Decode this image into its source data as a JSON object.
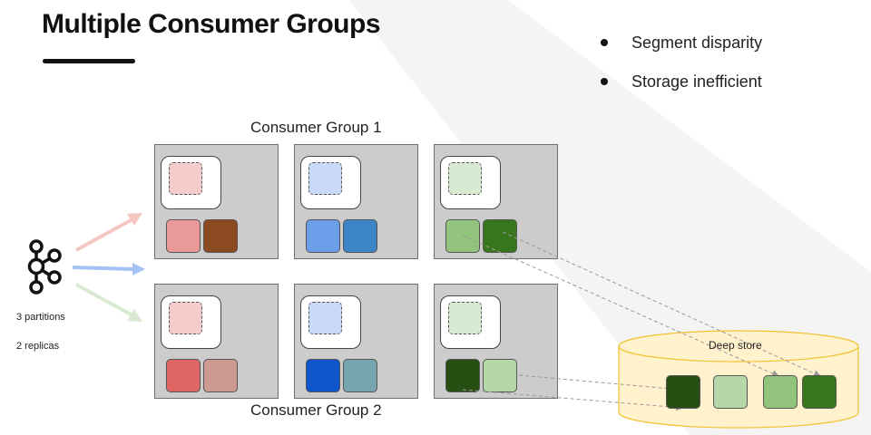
{
  "title": "Multiple Consumer Groups",
  "bullets": [
    "Segment disparity",
    "Storage inefficient"
  ],
  "kafka": {
    "icon": "kafka-logo-icon",
    "partitions_label": "3 partitions",
    "replicas_label": "2 replicas",
    "arrow_colors": [
      "#f4c7c3",
      "#a4c2f4",
      "#d9ead3"
    ]
  },
  "groups": [
    {
      "label": "Consumer Group 1",
      "brokers": [
        {
          "segment_color": "#f4cccc",
          "partitions": [
            "#ea9999",
            "#8b4a1f"
          ]
        },
        {
          "segment_color": "#c9daf8",
          "partitions": [
            "#6d9eeb",
            "#3d85c6"
          ]
        },
        {
          "segment_color": "#d9ead3",
          "partitions": [
            "#93c47d",
            "#38761d"
          ]
        }
      ]
    },
    {
      "label": "Consumer Group 2",
      "brokers": [
        {
          "segment_color": "#f4cccc",
          "partitions": [
            "#e06666",
            "#cc9a91"
          ]
        },
        {
          "segment_color": "#c9daf8",
          "partitions": [
            "#1155cc",
            "#76a5af"
          ]
        },
        {
          "segment_color": "#d9ead3",
          "partitions": [
            "#274e13",
            "#b6d7a8"
          ]
        }
      ]
    }
  ],
  "deep_store": {
    "label": "Deep store",
    "fill": "#fff2cc",
    "border": "#f1c232",
    "partitions": [
      "#274e13",
      "#b6d7a8",
      "#93c47d",
      "#38761d"
    ]
  }
}
